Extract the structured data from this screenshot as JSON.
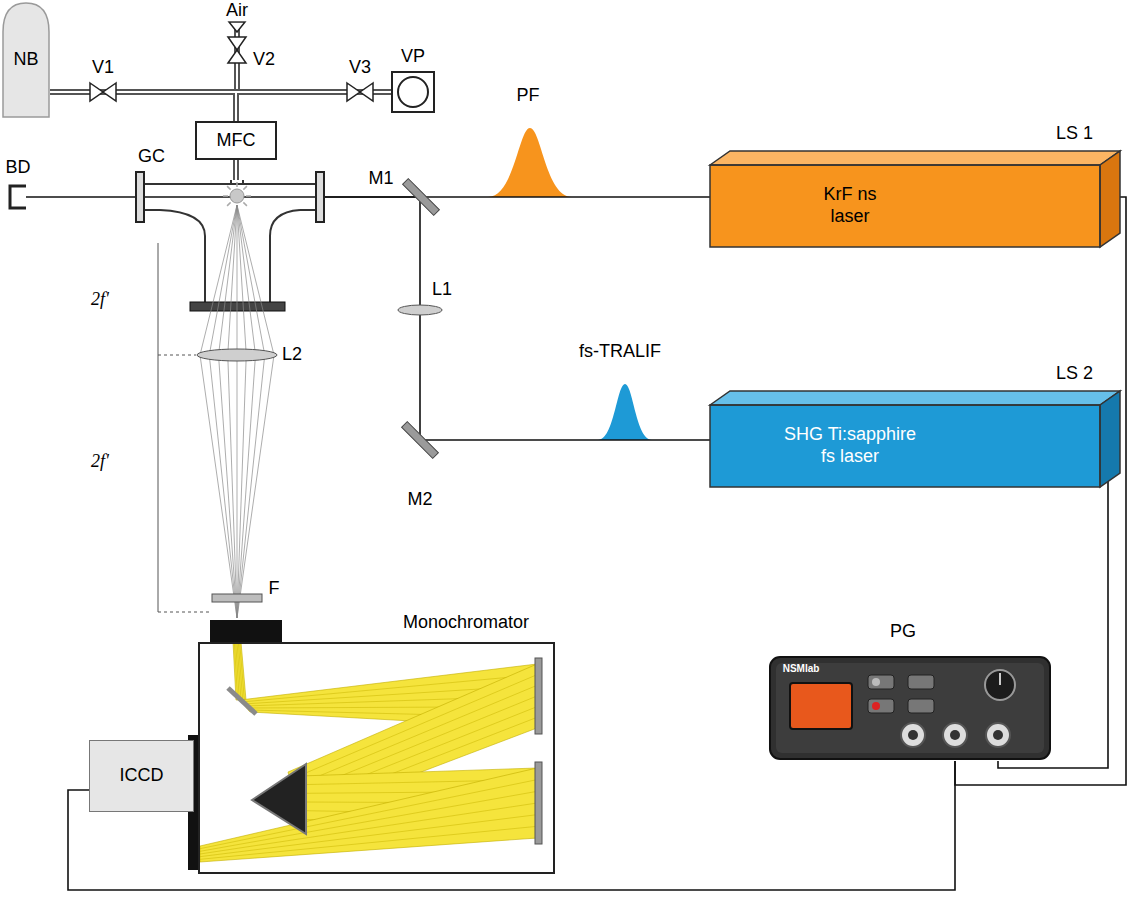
{
  "diagram": {
    "nodes": [
      {
        "text": [
          "NB"
        ]
      },
      {
        "text": [
          "MFC"
        ]
      },
      {
        "text": [
          "VP"
        ]
      },
      {
        "text": [
          "GC"
        ]
      },
      {
        "text": [
          "LS 1",
          "KrF ns laser"
        ]
      },
      {
        "text": [
          "LS 2",
          "SHG Ti:sapphire fs laser"
        ]
      },
      {
        "text": [
          "Monochromator"
        ]
      },
      {
        "text": [
          "ICCD"
        ]
      },
      {
        "text": [
          "PG"
        ]
      }
    ],
    "edges": [
      {
        "from": 0,
        "to": 1,
        "arrow": "none"
      },
      {
        "from": 2,
        "to": 1,
        "arrow": "none"
      },
      {
        "from": 1,
        "to": 3,
        "arrow": "none"
      },
      {
        "from": 4,
        "to": 3,
        "arrow": "none"
      },
      {
        "from": 5,
        "to": 3,
        "arrow": "none"
      },
      {
        "from": 8,
        "to": 4,
        "arrow": "none"
      },
      {
        "from": 8,
        "to": 5,
        "arrow": "none"
      },
      {
        "from": 8,
        "to": 7,
        "arrow": "none"
      }
    ],
    "labels": [
      "V1",
      "Air",
      "V2",
      "V3",
      "BD",
      "M1",
      "PF",
      "L1",
      "fs-TRALIF",
      "M2",
      "2f'",
      "L2",
      "2f'",
      "F",
      "NSMlab"
    ]
  }
}
